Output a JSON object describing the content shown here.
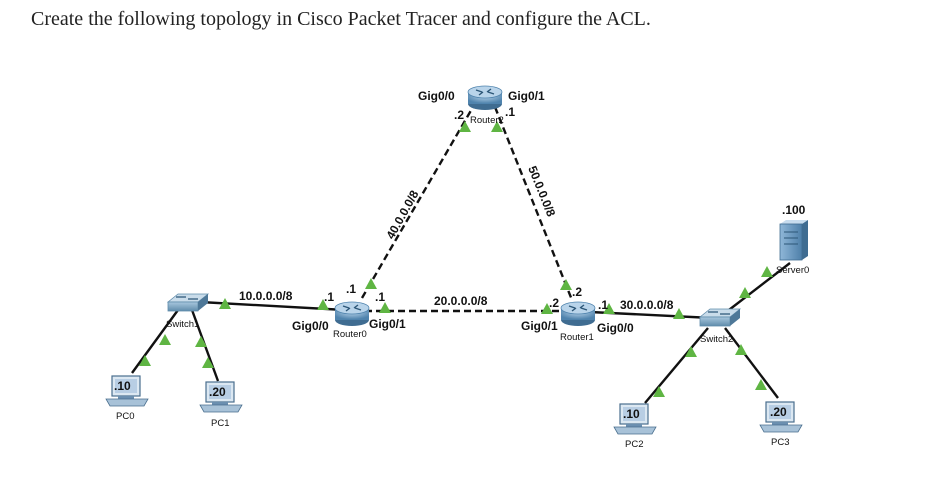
{
  "instruction": "Create the following topology in Cisco Packet Tracer and configure the ACL.",
  "devices": {
    "router0": {
      "name": "Router0",
      "if_left": "Gig0/0",
      "if_right": "Gig0/1",
      "ip_left": ".1",
      "ip_up": ".1",
      "ip_right": ".1"
    },
    "router1": {
      "name": "Router1",
      "if_left": "Gig0/1",
      "if_right": "Gig0/0",
      "ip_left": ".2",
      "ip_up": ".2",
      "ip_right": ".1"
    },
    "router2": {
      "name": "Router2",
      "if_left": "Gig0/0",
      "if_right": "Gig0/1",
      "ip_left": ".2",
      "ip_right": ".1"
    },
    "switch1": {
      "name": "Switch1"
    },
    "switch2": {
      "name": "Switch2"
    },
    "pc0": {
      "name": "PC0",
      "ip": ".10"
    },
    "pc1": {
      "name": "PC1",
      "ip": ".20"
    },
    "pc2": {
      "name": "PC2",
      "ip": ".10"
    },
    "pc3": {
      "name": "PC3",
      "ip": ".20"
    },
    "server0": {
      "name": "Server0",
      "ip": ".100"
    }
  },
  "networks": {
    "net10": "10.0.0.0/8",
    "net20": "20.0.0.0/8",
    "net30": "30.0.0.0/8",
    "net40": "40.0.0.0/8",
    "net50": "50.0.0.0/8"
  },
  "colors": {
    "link_status": "#5fb543",
    "router_body": "#5b8fb8",
    "switch_body": "#6e9ab7",
    "pc_screen": "#4d7fbd",
    "server_body": "#6b9dc6",
    "cable": "#111111"
  }
}
